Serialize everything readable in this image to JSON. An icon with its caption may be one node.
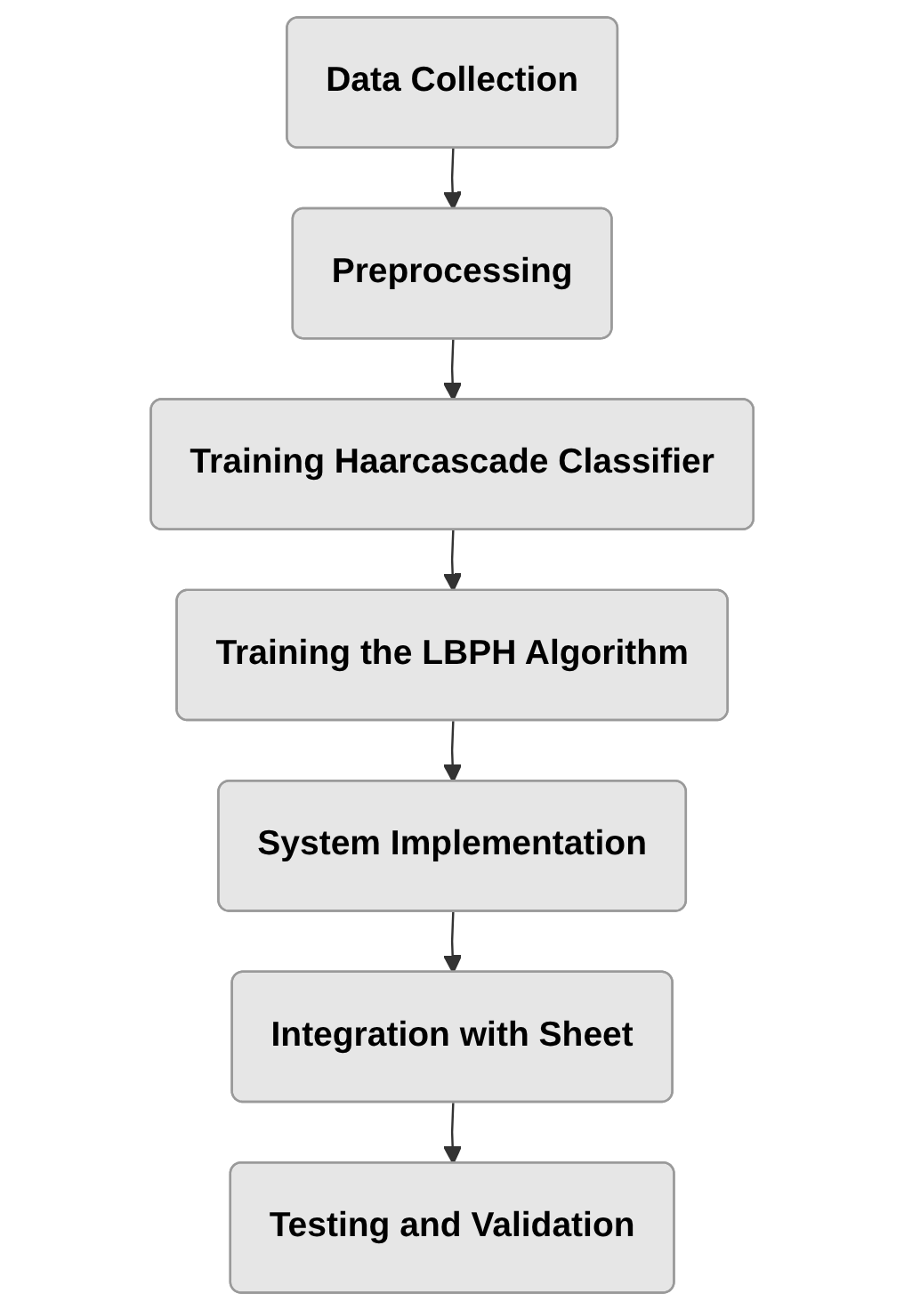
{
  "diagram": {
    "nodes": [
      {
        "text": [
          "Data Collection"
        ]
      },
      {
        "text": [
          "Preprocessing"
        ]
      },
      {
        "text": [
          "Training Haarcascade Classifier"
        ]
      },
      {
        "text": [
          "Training the LBPH Algorithm"
        ]
      },
      {
        "text": [
          "System Implementation"
        ]
      },
      {
        "text": [
          "Integration with Sheet"
        ]
      },
      {
        "text": [
          "Testing and Validation"
        ]
      }
    ],
    "edges": [
      {
        "from": 0,
        "to": 1,
        "arrow": "to"
      },
      {
        "from": 1,
        "to": 2,
        "arrow": "to"
      },
      {
        "from": 2,
        "to": 3,
        "arrow": "to"
      },
      {
        "from": 3,
        "to": 4,
        "arrow": "to"
      },
      {
        "from": 4,
        "to": 5,
        "arrow": "to"
      },
      {
        "from": 5,
        "to": 6,
        "arrow": "to"
      }
    ]
  }
}
